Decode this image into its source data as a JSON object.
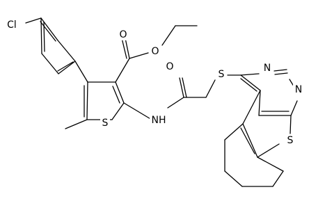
{
  "structure": {
    "atom_labels": {
      "chlorine": "Cl",
      "ester_carbonyl_oxygen": "O",
      "ester_ether_oxygen": "O",
      "amide_oxygen": "O",
      "thiophene_sulfur": "S",
      "thioether_sulfur": "S",
      "amide_nitrogen": "NH",
      "pyrimidine_nitrogen_top": "N",
      "pyrimidine_nitrogen_bottom": "N",
      "fused_thiophene_sulfur": "S"
    }
  }
}
